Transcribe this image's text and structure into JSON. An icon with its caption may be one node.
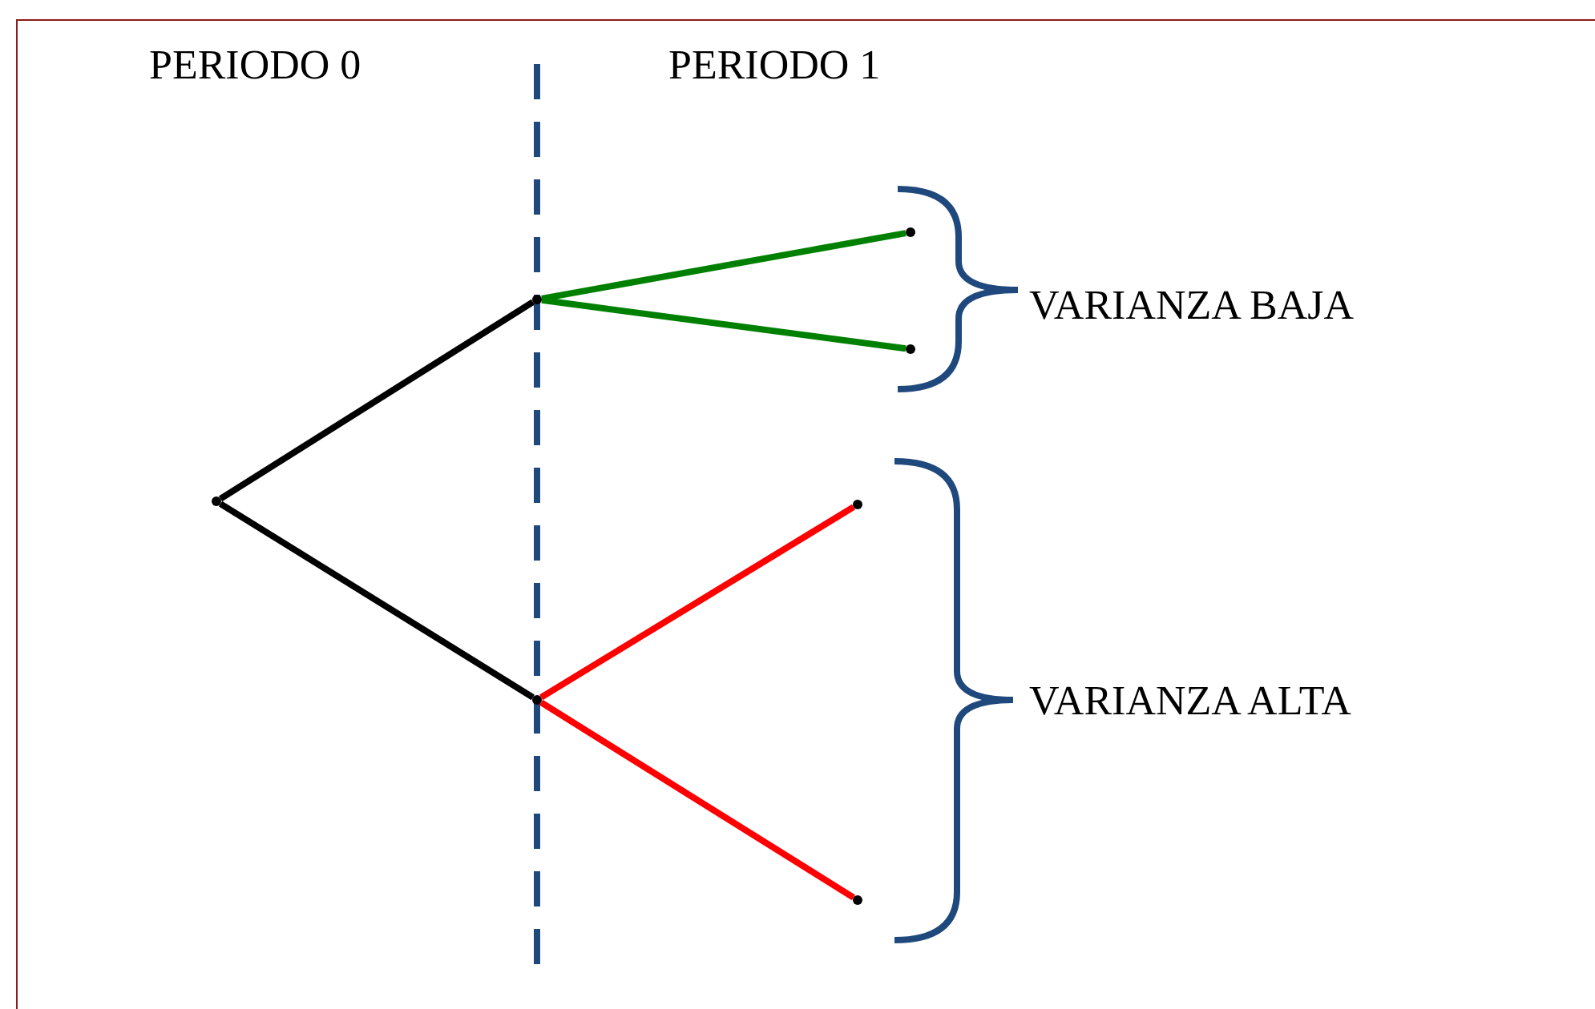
{
  "diagram": {
    "nodes": [
      {
        "text": [],
        "shape": "point"
      },
      {
        "text": [],
        "shape": "point"
      },
      {
        "text": [],
        "shape": "point"
      },
      {
        "text": [],
        "shape": "point"
      },
      {
        "text": [],
        "shape": "point"
      },
      {
        "text": [],
        "shape": "point"
      },
      {
        "text": [],
        "shape": "point"
      }
    ],
    "edges": [
      {
        "from": 0,
        "to": 1,
        "arrow": "none",
        "color": "#000000"
      },
      {
        "from": 0,
        "to": 2,
        "arrow": "none",
        "color": "#000000"
      },
      {
        "from": 1,
        "to": 3,
        "arrow": "none",
        "color": "#008000"
      },
      {
        "from": 1,
        "to": 4,
        "arrow": "none",
        "color": "#008000"
      },
      {
        "from": 2,
        "to": 5,
        "arrow": "none",
        "color": "#ff0000"
      },
      {
        "from": 2,
        "to": 6,
        "arrow": "none",
        "color": "#ff0000"
      }
    ],
    "labels": [
      "PERIODO 0",
      "PERIODO 1",
      "VARIANZA BAJA",
      "VARIANZA ALTA"
    ]
  }
}
